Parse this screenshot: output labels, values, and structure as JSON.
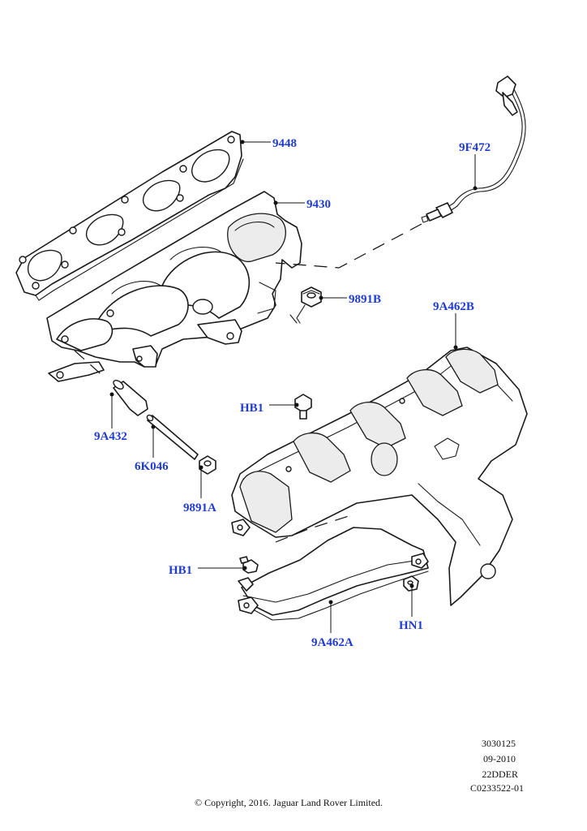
{
  "diagram": {
    "callouts": {
      "gasket": "9448",
      "manifold": "9430",
      "sensor": "9F472",
      "nut_b": "9891B",
      "heatshield_upper": "9A462B",
      "sleeve": "9A432",
      "stud": "6K046",
      "nut_a": "9891A",
      "bolt_upper": "HB1",
      "bolt_lower": "HB1",
      "heatshield_lower": "9A462A",
      "nut_hn1": "HN1"
    },
    "info": {
      "line1": "3030125",
      "line2": "09-2010",
      "line3": "22DDER",
      "line4": "C0233522-01"
    },
    "copyright": "© Copyright, 2016. Jaguar Land Rover Limited."
  }
}
